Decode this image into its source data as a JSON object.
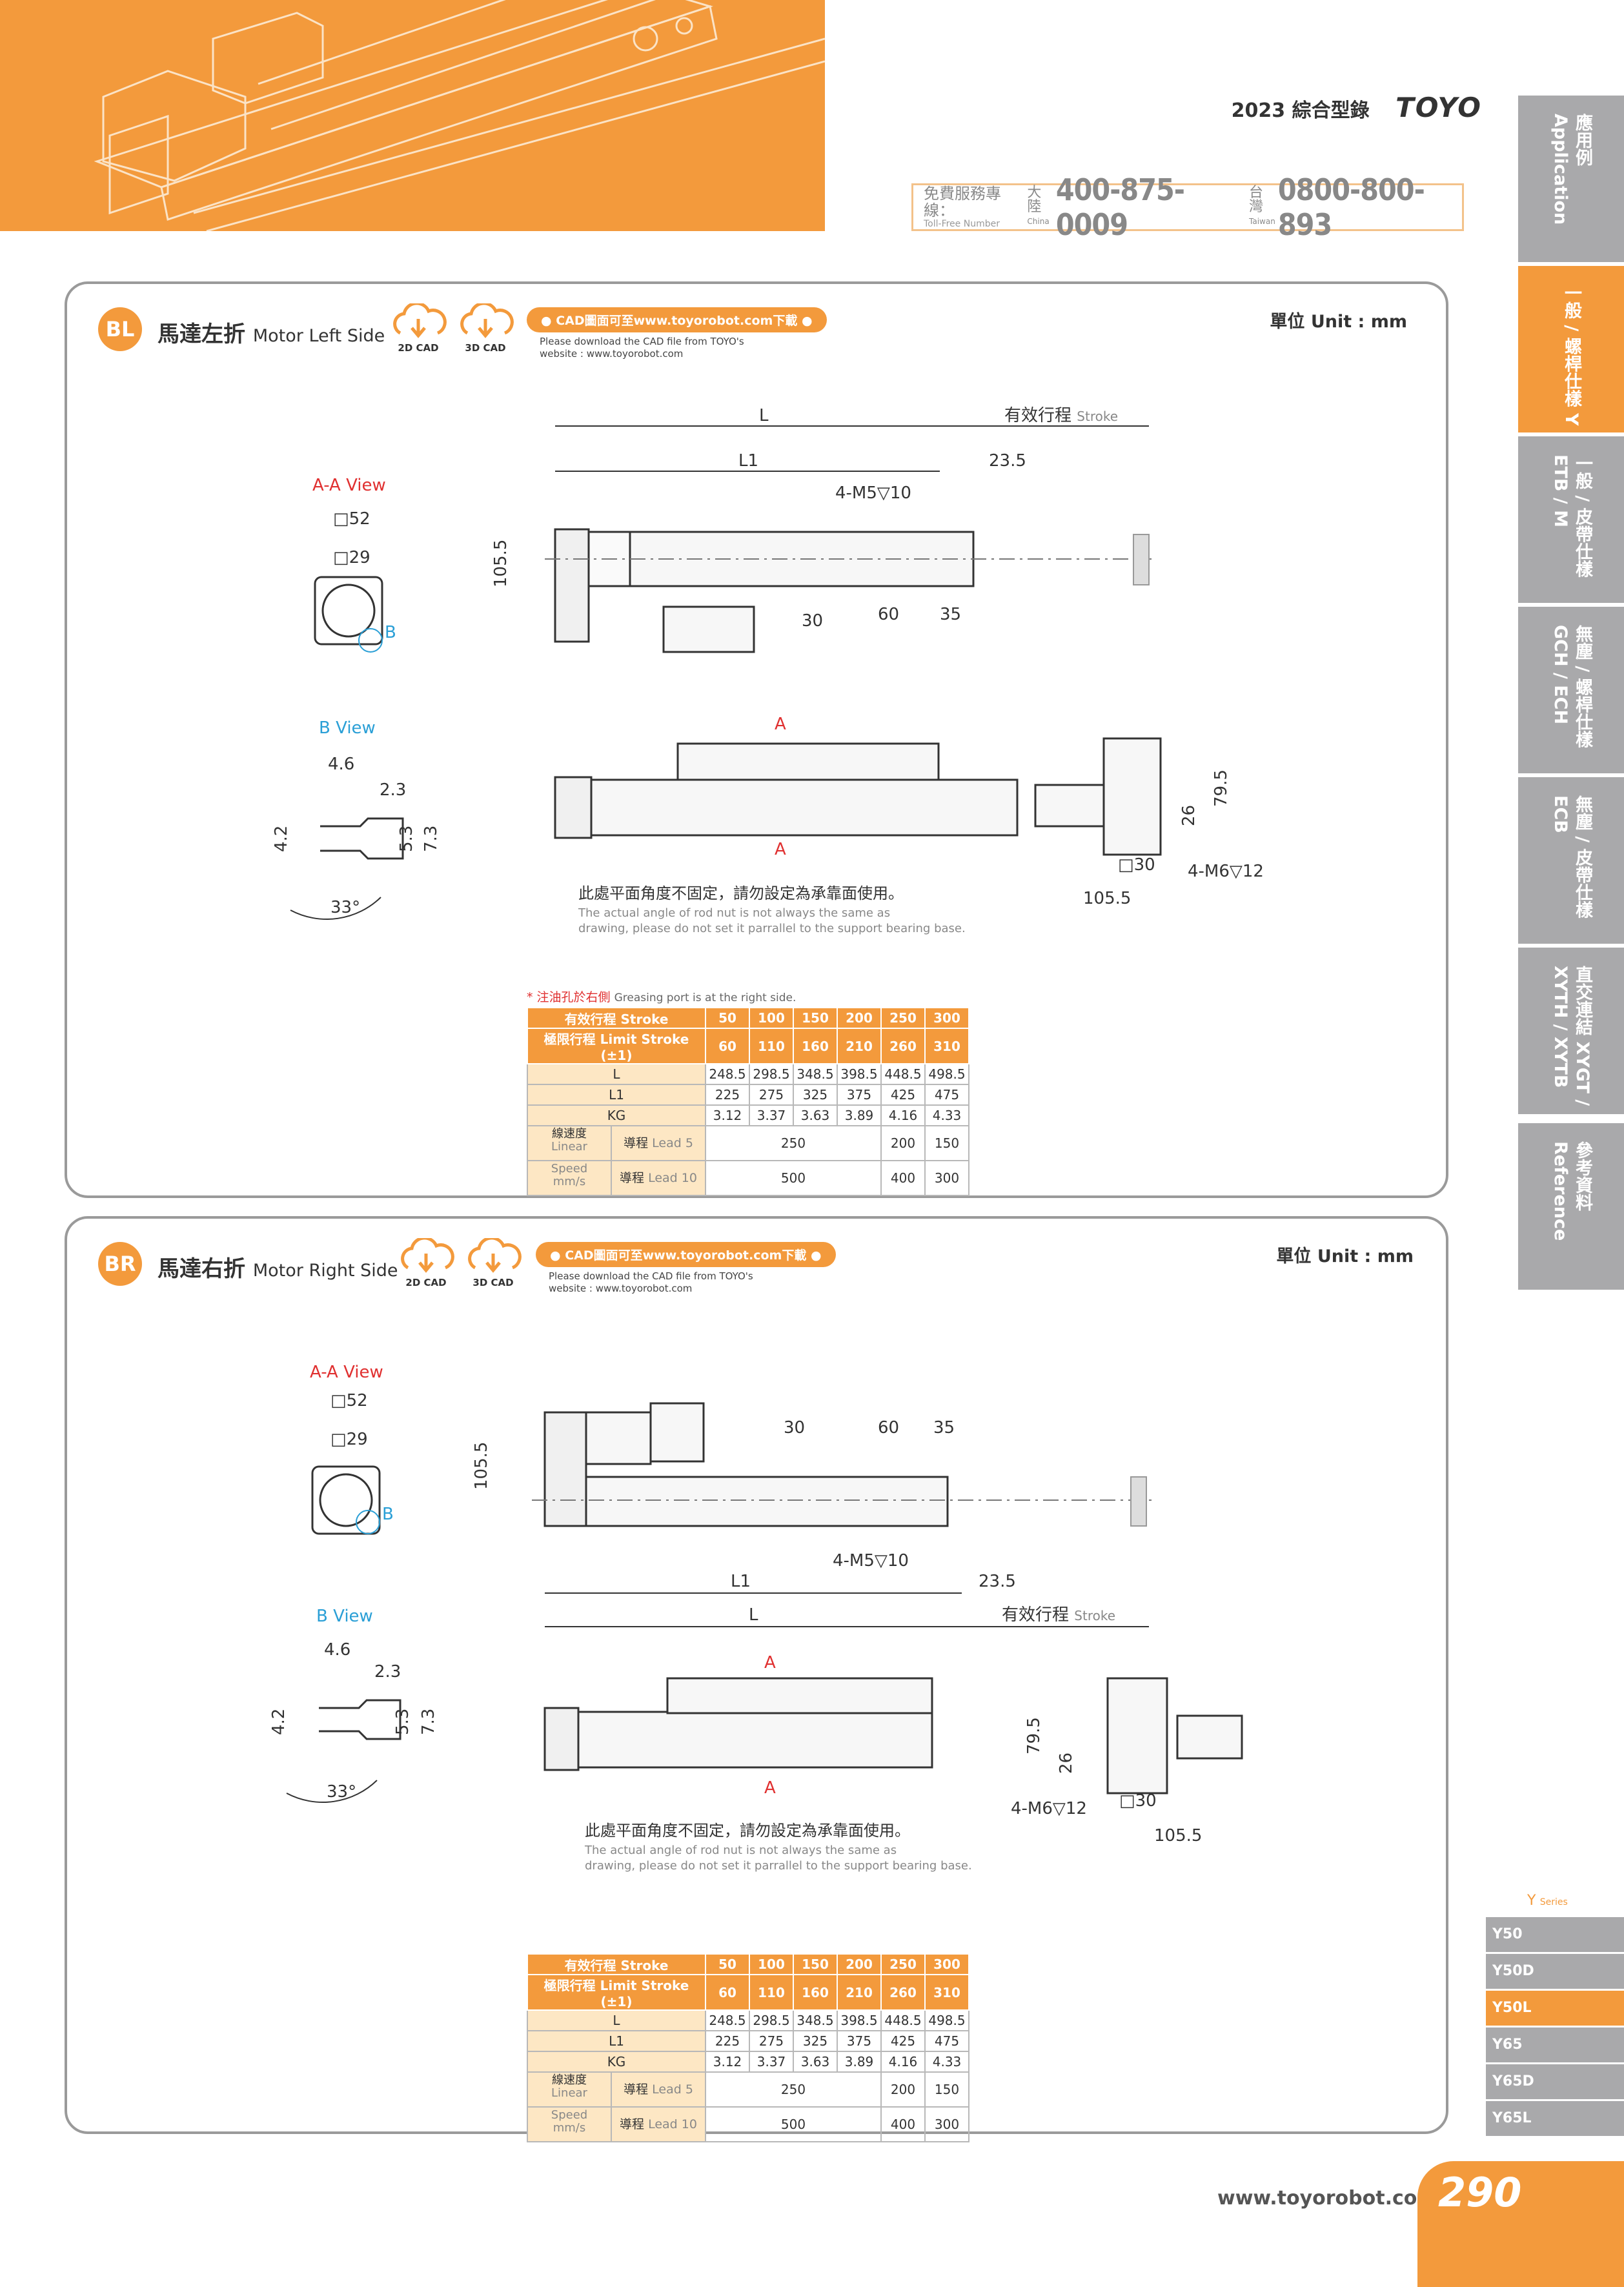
{
  "header": {
    "year": "2023",
    "catalog": "綜合型錄",
    "brand": "TOYO",
    "hotline_label": "免費服務專線：",
    "hotline_label_en": "Toll-Free Number",
    "china_label": "大陸",
    "china_label_en": "China",
    "china_number": "400-875-0009",
    "taiwan_label": "台灣",
    "taiwan_label_en": "Taiwan",
    "taiwan_number": "0800-800-893"
  },
  "side_tabs": [
    {
      "label": "應用例 Application",
      "active": false
    },
    {
      "label": "一般 / 螺桿仕樣 Y",
      "active": true
    },
    {
      "label": "一般 / 皮帶仕樣 ETB / M",
      "active": false
    },
    {
      "label": "無塵 / 螺桿仕樣 GCH / ECH",
      "active": false
    },
    {
      "label": "無塵 / 皮帶仕樣 ECB",
      "active": false
    },
    {
      "label": "直交連結 XYGT / XYTH / XYTB",
      "active": false
    },
    {
      "label": "參考資料 Reference",
      "active": false
    }
  ],
  "cad": {
    "icon_2d": "2D CAD",
    "icon_3d": "3D CAD",
    "pill": "● CAD圖面可至www.toyorobot.com下載 ●",
    "note_line1": "Please download the CAD file from TOYO's",
    "note_line2": "website : www.toyorobot.com"
  },
  "unit_label": "單位 Unit : mm",
  "panel_bl": {
    "badge": "BL",
    "title": "馬達左折",
    "title_en": "Motor Left Side",
    "grease_note": "* 注油孔於右側",
    "grease_note_en": "Greasing port is at the right side."
  },
  "panel_br": {
    "badge": "BR",
    "title": "馬達右折",
    "title_en": "Motor Right Side"
  },
  "drawing": {
    "aa_view": "A-A View",
    "b_view": "B View",
    "sq52": "□52",
    "sq29": "□29",
    "b_mark": "B",
    "a_mark": "A",
    "L": "L",
    "L1": "L1",
    "stroke_zh": "有效行程",
    "stroke_en": "Stroke",
    "d23_5": "23.5",
    "m5": "4-M5▽10",
    "d105_5": "105.5",
    "d30": "30",
    "d60": "60",
    "d35": "35",
    "d4_6": "4.6",
    "d2_3": "2.3",
    "d4_2": "4.2",
    "d5_3": "5.3",
    "d7_3": "7.3",
    "d33": "33°",
    "d79_5": "79.5",
    "d26": "26",
    "sq30": "□30",
    "m6": "4-M6▽12",
    "note_zh": "此處平面角度不固定，請勿設定為承靠面使用。",
    "note_en1": "The actual angle of rod nut is not always the same as",
    "note_en2": "drawing, please do not set it parrallel to the support bearing base."
  },
  "spec_table": {
    "stroke_label": "有效行程 Stroke",
    "limit_label": "極限行程 Limit Stroke (±1)",
    "strokes": [
      "50",
      "100",
      "150",
      "200",
      "250",
      "300"
    ],
    "limits": [
      "60",
      "110",
      "160",
      "210",
      "260",
      "310"
    ],
    "rows": [
      {
        "label": "L",
        "values": [
          "248.5",
          "298.5",
          "348.5",
          "398.5",
          "448.5",
          "498.5"
        ]
      },
      {
        "label": "L1",
        "values": [
          "225",
          "275",
          "325",
          "375",
          "425",
          "475"
        ]
      },
      {
        "label": "KG",
        "values": [
          "3.12",
          "3.37",
          "3.63",
          "3.89",
          "4.16",
          "4.33"
        ]
      }
    ],
    "speed_label_zh": "線速度",
    "speed_label_en1": "Linear",
    "speed_label_en2": "Speed",
    "speed_unit": "mm/s",
    "lead5_zh": "導程",
    "lead5_en": "Lead 5",
    "lead5_values": [
      "250",
      "200",
      "150"
    ],
    "lead10_zh": "導程",
    "lead10_en": "Lead 10",
    "lead10_values": [
      "500",
      "400",
      "300"
    ]
  },
  "series_nav": {
    "label": "Y",
    "label_en": "Series",
    "items": [
      {
        "label": "Y50",
        "active": false
      },
      {
        "label": "Y50D",
        "active": false
      },
      {
        "label": "Y50L",
        "active": true
      },
      {
        "label": "Y65",
        "active": false
      },
      {
        "label": "Y65D",
        "active": false
      },
      {
        "label": "Y65L",
        "active": false
      }
    ]
  },
  "footer": {
    "url": "www.toyorobot.com",
    "page": "290"
  },
  "colors": {
    "accent": "#f39a3c",
    "tab_gray": "#a9a9ab",
    "dim_red": "#e03030",
    "dim_blue": "#2a9fd6"
  }
}
